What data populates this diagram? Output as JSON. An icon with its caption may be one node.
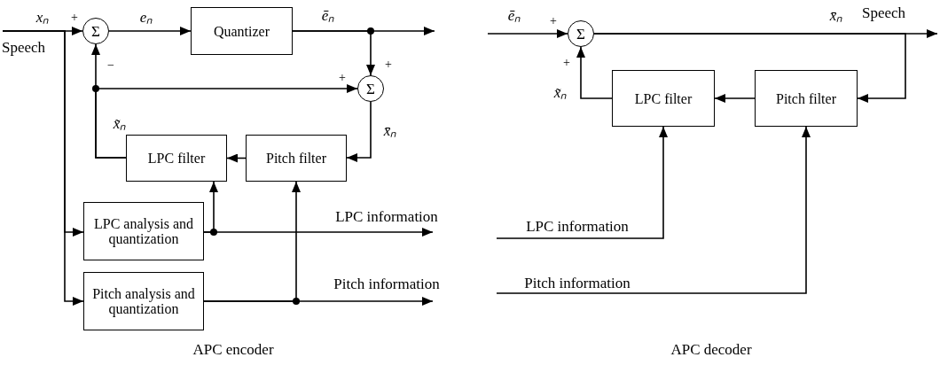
{
  "diagram": {
    "nodes": [
      {
        "text": [
          "Σ"
        ]
      },
      {
        "text": [
          "Quantizer"
        ]
      },
      {
        "text": [
          "Σ"
        ]
      },
      {
        "text": [
          "LPC filter"
        ]
      },
      {
        "text": [
          "Pitch filter"
        ]
      },
      {
        "text": [
          "LPC analysis and quantization"
        ]
      },
      {
        "text": [
          "Pitch analysis and quantization"
        ]
      },
      {
        "text": [
          "Σ"
        ]
      },
      {
        "text": [
          "LPC filter"
        ]
      },
      {
        "text": [
          "Pitch filter"
        ]
      },
      {
        "text": [
          "Speech"
        ]
      },
      {
        "text": [
          "Speech"
        ]
      }
    ],
    "edges": [
      {
        "from": 10,
        "to": 0,
        "arrow": "to",
        "label": "xₙ"
      },
      {
        "from": 10,
        "to": 5,
        "arrow": "to"
      },
      {
        "from": 10,
        "to": 6,
        "arrow": "to"
      },
      {
        "from": 0,
        "to": 1,
        "arrow": "to",
        "label": "eₙ"
      },
      {
        "from": 1,
        "to": null,
        "arrow": "to",
        "label": "ēₙ"
      },
      {
        "from": 1,
        "to": 2,
        "arrow": "to"
      },
      {
        "from": 2,
        "to": 4,
        "arrow": "to",
        "label": "x̄ₙ"
      },
      {
        "from": 4,
        "to": 3,
        "arrow": "to"
      },
      {
        "from": 3,
        "to": 0,
        "arrow": "to",
        "label": "x̃ₙ"
      },
      {
        "from": 3,
        "to": 2,
        "arrow": "to"
      },
      {
        "from": 5,
        "to": 3,
        "arrow": "to"
      },
      {
        "from": 5,
        "to": null,
        "arrow": "to",
        "label": "LPC information"
      },
      {
        "from": 6,
        "to": 4,
        "arrow": "to"
      },
      {
        "from": 6,
        "to": null,
        "arrow": "to",
        "label": "Pitch information"
      },
      {
        "from": null,
        "to": 7,
        "arrow": "to",
        "label": "ēₙ"
      },
      {
        "from": 7,
        "to": 11,
        "arrow": "to",
        "label": "x̄ₙ"
      },
      {
        "from": 7,
        "to": 9,
        "arrow": "to"
      },
      {
        "from": 9,
        "to": 8,
        "arrow": "to"
      },
      {
        "from": 8,
        "to": 7,
        "arrow": "to",
        "label": "x̃ₙ"
      },
      {
        "from": null,
        "to": 8,
        "arrow": "to",
        "label": "LPC information"
      },
      {
        "from": null,
        "to": 9,
        "arrow": "to",
        "label": "Pitch information"
      }
    ],
    "labels": [
      "+",
      "−",
      "+",
      "+",
      "APC encoder",
      "+",
      "+",
      "APC decoder"
    ]
  }
}
